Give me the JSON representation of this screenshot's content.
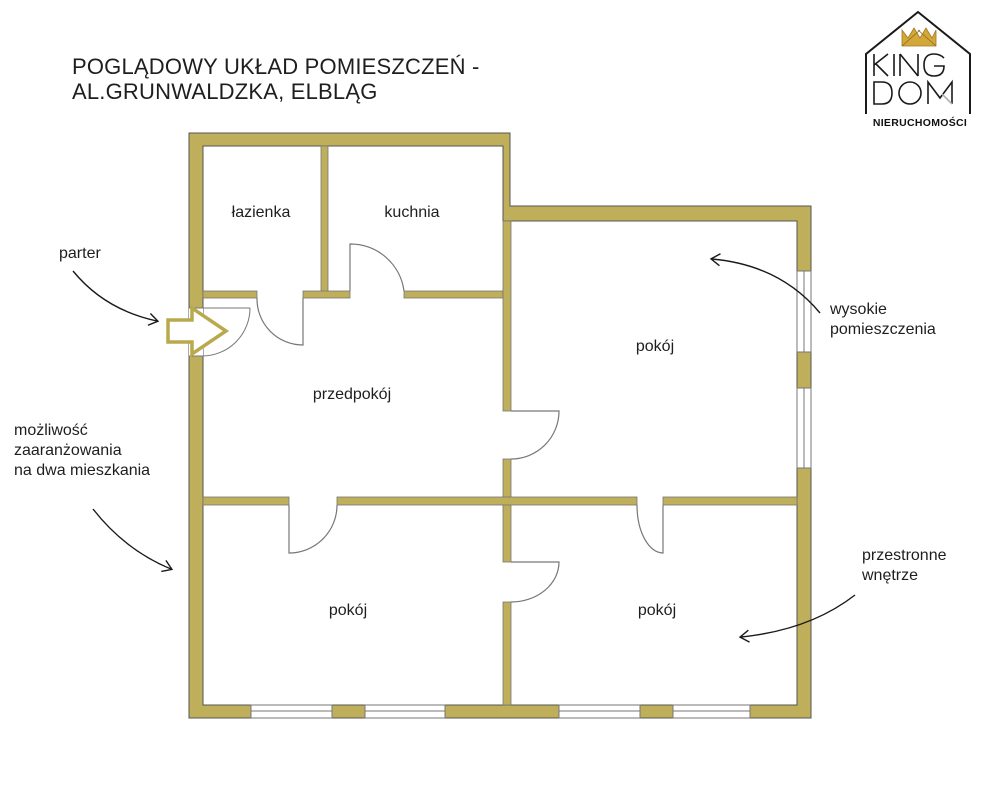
{
  "header": {
    "title_line1": "POGLĄDOWY UKŁAD POMIESZCZEŃ -",
    "title_line2": "AL.GRUNWALDZKA, ELBLĄG"
  },
  "logo": {
    "line1": "KING",
    "line2": "DOM",
    "subtitle": "NIERUCHOMOŚCI",
    "icon": "crown-house-icon",
    "accent_color": "#c9a23a"
  },
  "rooms": [
    {
      "id": "lazienka",
      "label": "łazienka"
    },
    {
      "id": "kuchnia",
      "label": "kuchnia"
    },
    {
      "id": "przedpokoj",
      "label": "przedpokój"
    },
    {
      "id": "pokoj-large",
      "label": "pokój"
    },
    {
      "id": "pokoj-bottom-left",
      "label": "pokój"
    },
    {
      "id": "pokoj-bottom-right",
      "label": "pokój"
    }
  ],
  "annotations": {
    "parter": "parter",
    "split_line1": "możliwość",
    "split_line2": "zaaranżowania",
    "split_line3": "na dwa mieszkania",
    "high_line1": "wysokie",
    "high_line2": "pomieszczenia",
    "spacious_line1": "przestronne",
    "spacious_line2": "wnętrze"
  },
  "colors": {
    "wall": "#bfae5a",
    "wall_outline": "#555555",
    "background": "#ffffff",
    "entry_arrow": "#b9a94d"
  }
}
